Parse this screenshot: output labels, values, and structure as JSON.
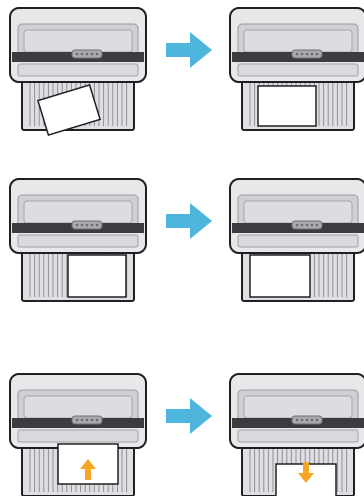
{
  "steps": [
    {
      "id": "step-1",
      "before": {
        "paper": "tilted"
      },
      "after": {
        "paper": "centered"
      }
    },
    {
      "id": "step-2",
      "before": {
        "paper": "right"
      },
      "after": {
        "paper": "left"
      }
    },
    {
      "id": "step-3",
      "before": {
        "paper": "up"
      },
      "after": {
        "paper": "down"
      }
    }
  ],
  "colors": {
    "printer_body": "#e8e8ea",
    "printer_inner": "#cfd0d3",
    "printer_dark_band": "#3b3c40",
    "printer_slot": "#d9dadd",
    "button_strip": "#a9abaf",
    "tray_bg": "#dedfe2",
    "tray_ridge": "#8e9096",
    "outline": "#1f2023",
    "paper": "#ffffff",
    "process_arrow": "#4eb6dc",
    "paper_arrow": "#f5a623"
  },
  "icons": {
    "process_arrow": "right-arrow-icon",
    "paper_direction_up": "up-arrow-icon",
    "paper_direction_down": "down-arrow-icon"
  }
}
